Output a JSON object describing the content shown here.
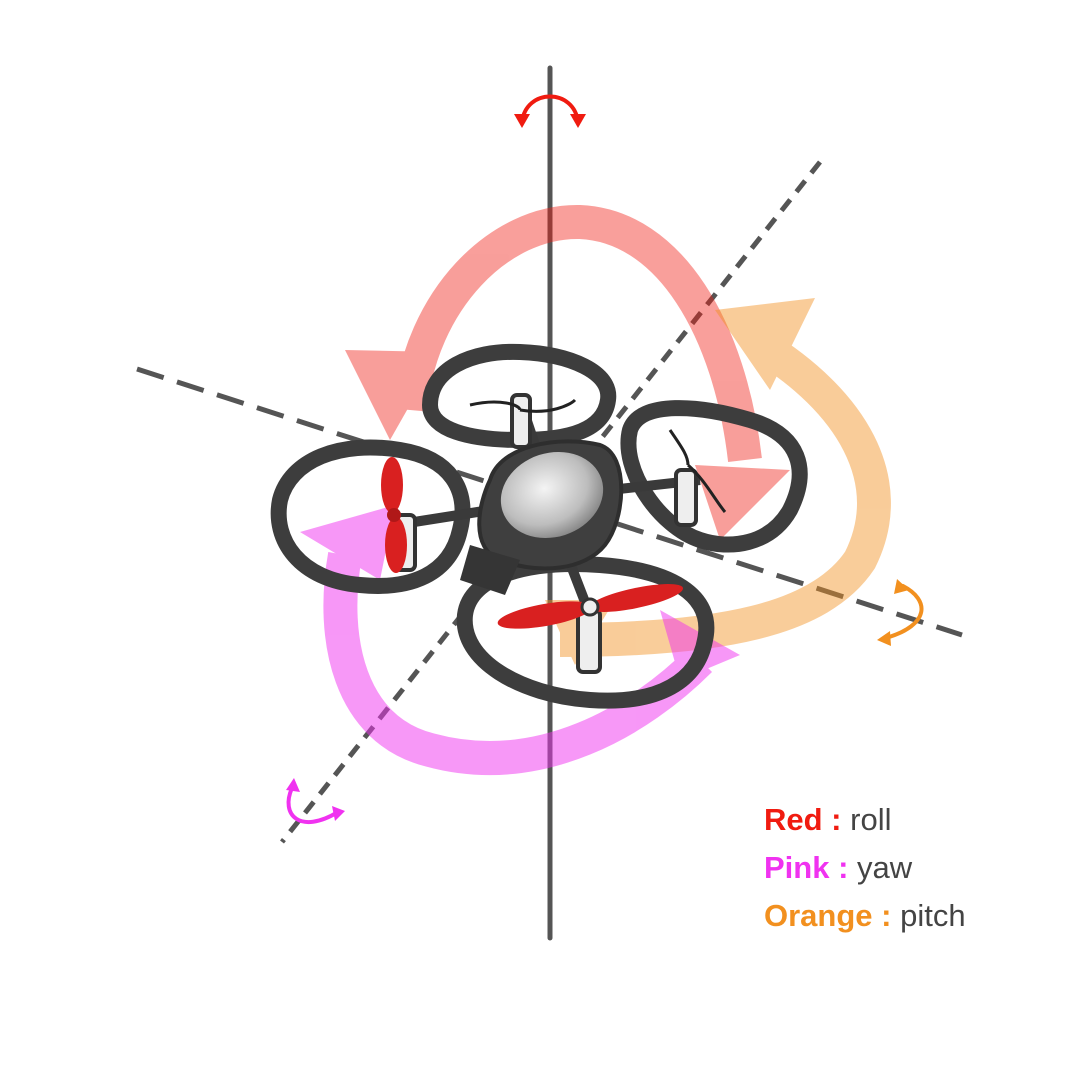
{
  "colors": {
    "roll": "#f01b10",
    "yaw": "#f032f0",
    "pitch": "#f2901f",
    "axis": "#555555",
    "frame": "#3d3d3d",
    "propeller": "#d92020",
    "background": "#ffffff"
  },
  "legend": {
    "items": [
      {
        "key": "Red :",
        "value": "roll",
        "color": "#f01b10"
      },
      {
        "key": "Pink :",
        "value": "yaw",
        "color": "#f032f0"
      },
      {
        "key": "Orange :",
        "value": "pitch",
        "color": "#f2901f"
      }
    ]
  },
  "icons": {
    "vertical": "curved-double-arrow-icon",
    "pitch_axis": "curved-double-arrow-icon",
    "roll_axis": "curved-double-arrow-icon"
  }
}
